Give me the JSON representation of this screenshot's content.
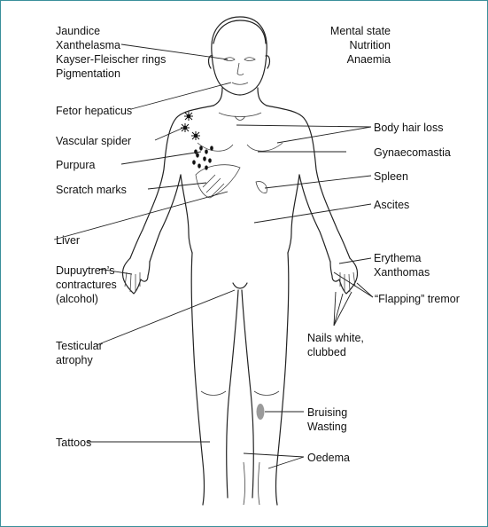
{
  "labels": {
    "jaundice": "Jaundice",
    "xanthelasma": "Xanthelasma",
    "kayser": "Kayser-Fleischer rings",
    "pigmentation": "Pigmentation",
    "mental": "Mental state",
    "nutrition": "Nutrition",
    "anaemia": "Anaemia",
    "fetor": "Fetor hepaticus",
    "spider": "Vascular spider",
    "purpura": "Purpura",
    "scratch": "Scratch marks",
    "liver": "Liver",
    "dupuytren": "Dupuytren’s\ncontractures\n(alcohol)",
    "testicular": "Testicular\natrophy",
    "tattoos": "Tattoos",
    "bodyhair": "Body hair loss",
    "gynaeco": "Gynaecomastia",
    "spleen": "Spleen",
    "ascites": "Ascites",
    "erythema": "Erythema",
    "xanthomas": "Xanthomas",
    "flapping": "“Flapping” tremor",
    "nails": "Nails white,\nclubbed",
    "bruising": "Bruising",
    "wasting": "Wasting",
    "oedema": "Oedema"
  },
  "colors": {
    "frame": "#3a8f9a",
    "bruise_patch": "#9a9a9a"
  }
}
